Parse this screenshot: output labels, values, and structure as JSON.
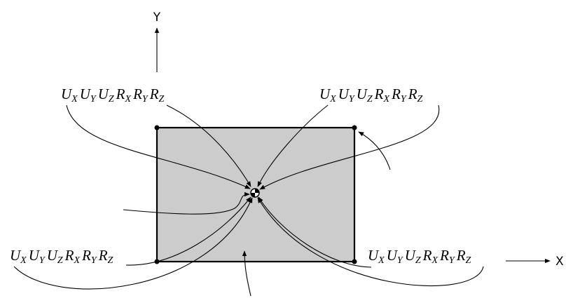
{
  "axes": {
    "x_label": "X",
    "y_label": "Y"
  },
  "dof_label": {
    "letters": [
      "U",
      "U",
      "U",
      "R",
      "R",
      "R"
    ],
    "subs": [
      "X",
      "Y",
      "Z",
      "X",
      "Y",
      "Z"
    ]
  },
  "colors": {
    "plate_fill": "#cccccc",
    "stroke": "#000000"
  }
}
